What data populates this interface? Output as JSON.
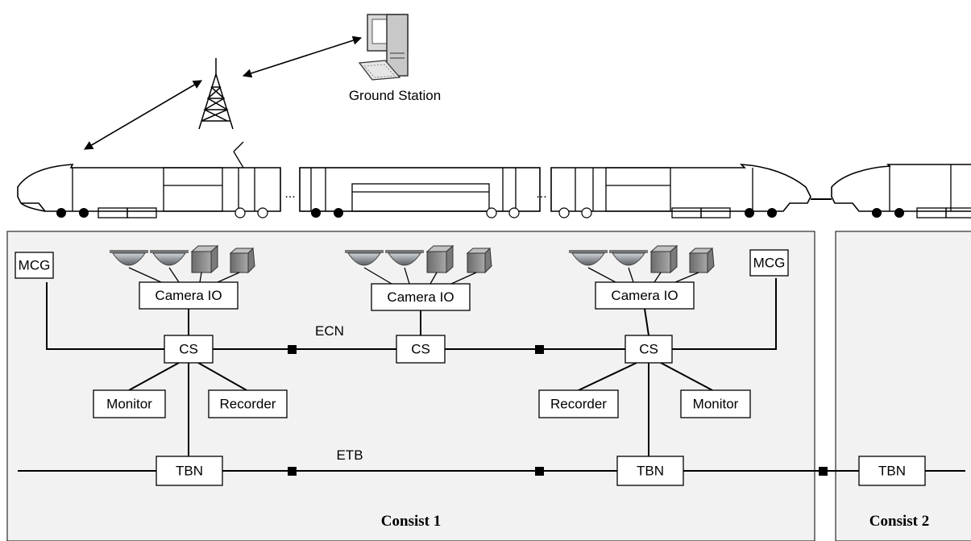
{
  "ground_station": {
    "label": "Ground Station"
  },
  "consists": [
    {
      "label": "Consist 1"
    },
    {
      "label": "Consist 2"
    }
  ],
  "networks": {
    "ecn": "ECN",
    "etb": "ETB"
  },
  "nodes": {
    "mcg_left": "MCG",
    "mcg_right": "MCG",
    "camera_io_1": "Camera IO",
    "camera_io_2": "Camera IO",
    "camera_io_3": "Camera IO",
    "cs_1": "CS",
    "cs_2": "CS",
    "cs_3": "CS",
    "monitor_left": "Monitor",
    "recorder_left": "Recorder",
    "recorder_right": "Recorder",
    "monitor_right": "Monitor",
    "tbn_1": "TBN",
    "tbn_2": "TBN",
    "tbn_3": "TBN"
  },
  "ellipsis": "...",
  "colors": {
    "consist_fill": "#f2f2f2",
    "line": "#000000",
    "camera_gray": "#8a8a8a"
  }
}
